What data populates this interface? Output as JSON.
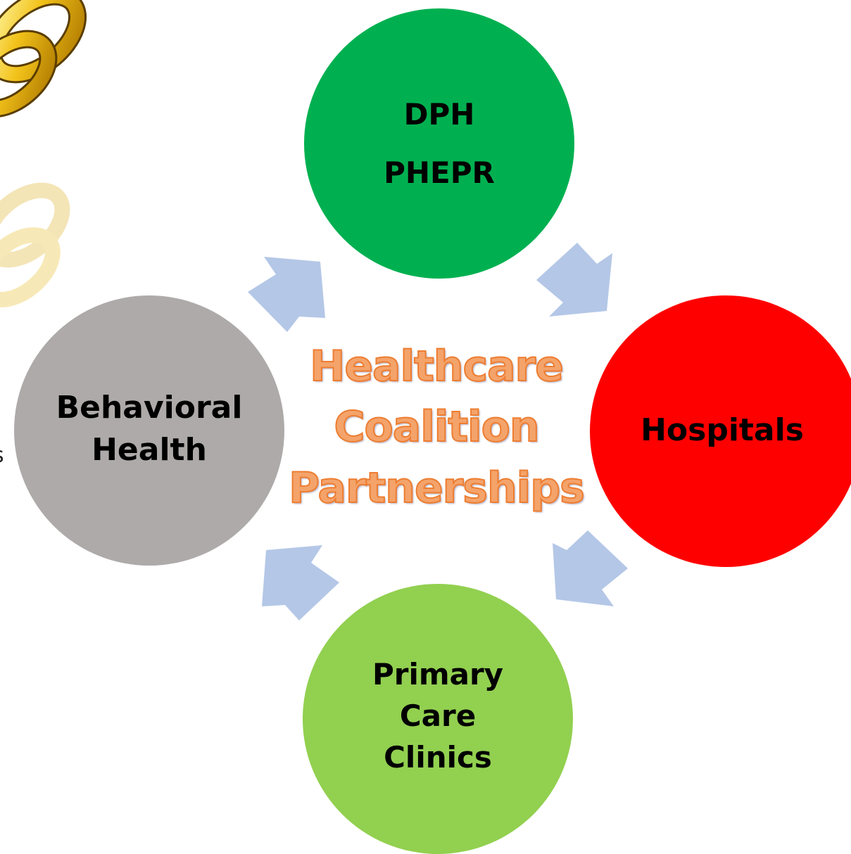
{
  "diagram": {
    "center_title": [
      "Healthcare",
      "Coalition",
      "Partnerships"
    ],
    "nodes": {
      "dph": {
        "lines": [
          "DPH",
          "PHEPR"
        ],
        "color": "#00b050"
      },
      "hospitals": {
        "lines": [
          "Hospitals"
        ],
        "color": "#ff0000"
      },
      "primary_care": {
        "lines": [
          "Primary",
          "Care",
          "Clinics"
        ],
        "color": "#92d050"
      },
      "behavioral": {
        "lines": [
          "Behavioral",
          "Health"
        ],
        "color": "#aeaaaa"
      }
    },
    "arrow_color": "#b4c7e7",
    "title_fill_color": "#f4a36a",
    "title_outline_color": "#ed7d31"
  },
  "decorations": {
    "chain_icon": "chain-link-icon",
    "left_edge_glyph": "s"
  }
}
